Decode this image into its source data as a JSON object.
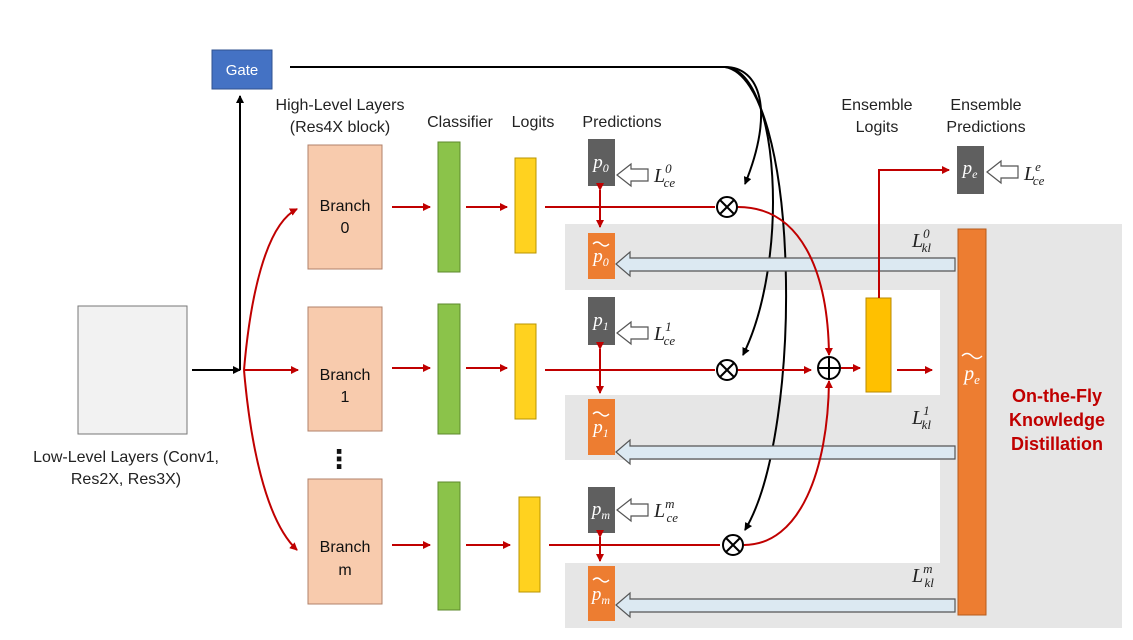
{
  "colors": {
    "gate": "#4472c4",
    "branch": "#f8cbad",
    "classifier": "#8bc34a",
    "logits": "#ffd21f",
    "ensemble_logits": "#ffc000",
    "pred_dark": "#5f5f5f",
    "pred_orange": "#ed7d31",
    "panel": "#e6e6e6",
    "red_arrow": "#c00000",
    "loss_arrow": "#dce9f2",
    "title_red": "#c00000"
  },
  "labels": {
    "gate": "Gate",
    "high_level_1": "High-Level Layers",
    "high_level_2": "(Res4X block)",
    "classifier": "Classifier",
    "logits": "Logits",
    "predictions": "Predictions",
    "ensemble_logits_1": "Ensemble",
    "ensemble_logits_2": "Logits",
    "ensemble_predictions_1": "Ensemble",
    "ensemble_predictions_2": "Predictions",
    "low_level_1": "Low-Level Layers (Conv1,",
    "low_level_2": "Res2X, Res3X)",
    "otf_1": "On-the-Fly",
    "otf_2": "Knowledge",
    "otf_3": "Distillation",
    "ellipsis": "⋮"
  },
  "branches": [
    {
      "name_1": "Branch",
      "name_2": "0",
      "p_base": "p",
      "p_sub": "0",
      "ce_sup": "0",
      "kl_sup": "0"
    },
    {
      "name_1": "Branch",
      "name_2": "1",
      "p_base": "p",
      "p_sub": "1",
      "ce_sup": "1",
      "kl_sup": "1"
    },
    {
      "name_1": "Branch",
      "name_2": "m",
      "p_base": "p",
      "p_sub": "m",
      "ce_sup": "m",
      "kl_sup": "m"
    }
  ],
  "ensemble": {
    "p_base": "p",
    "p_sub": "e",
    "ce_sup": "e"
  },
  "loss": {
    "base": "L",
    "ce_sub": "ce",
    "kl_sub": "kl"
  }
}
